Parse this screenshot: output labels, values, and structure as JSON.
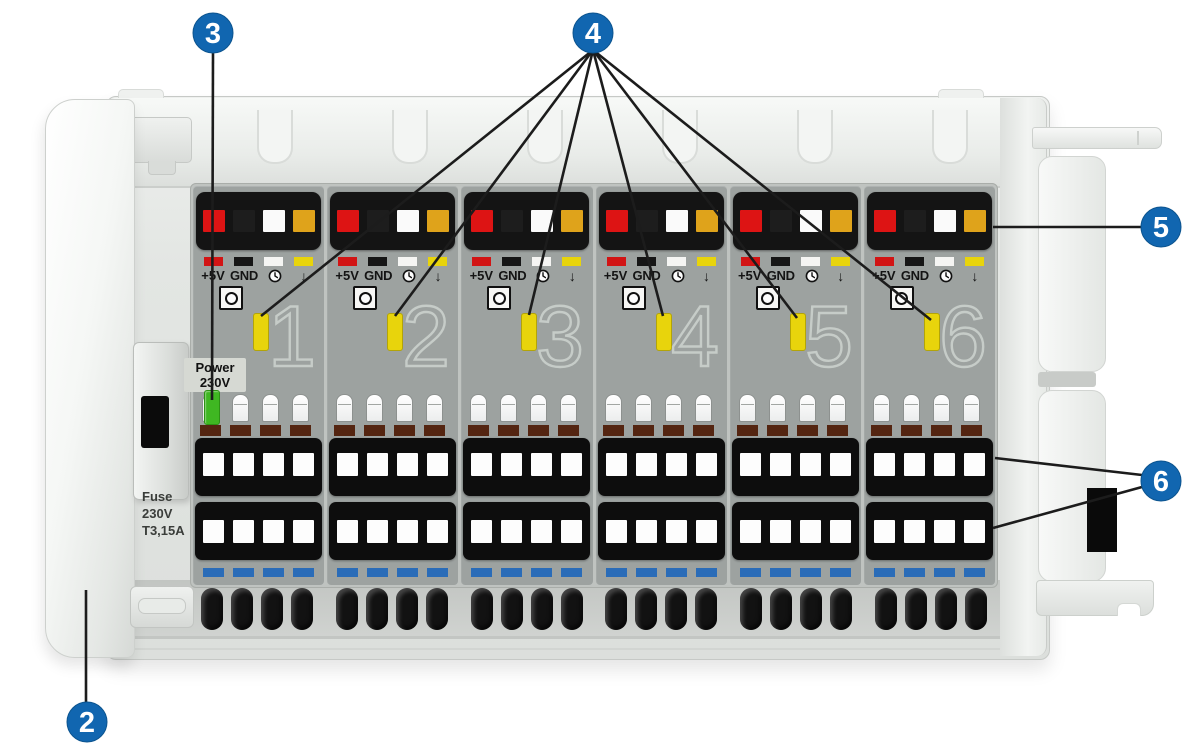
{
  "callouts": {
    "c2": {
      "number": "2"
    },
    "c3": {
      "number": "3"
    },
    "c4": {
      "number": "4"
    },
    "c5": {
      "number": "5"
    },
    "c6": {
      "number": "6"
    }
  },
  "zones": [
    {
      "number": "1"
    },
    {
      "number": "2"
    },
    {
      "number": "3"
    },
    {
      "number": "4"
    },
    {
      "number": "5"
    },
    {
      "number": "6"
    }
  ],
  "zone_labels": {
    "plus5v": "+5V",
    "gnd": "GND",
    "down_arrow": "↓"
  },
  "labels": {
    "power_line1": "Power",
    "power_line2": "230V",
    "fuse_line1": "Fuse",
    "fuse_line2": "230V",
    "fuse_line3": "T3,15A"
  },
  "icons": {
    "timer": "clock-icon",
    "output": "down-arrow-icon"
  },
  "colors": {
    "callout_blue": "#1166b0",
    "terminal_red": "#dd1414",
    "terminal_amber": "#dfa31b",
    "strip_yellow": "#e8d40c",
    "led_green": "#3fb722",
    "connector_brown": "#542511",
    "dash_blue": "#2a6cb8",
    "ghost_outline": "#c6ccc8"
  }
}
